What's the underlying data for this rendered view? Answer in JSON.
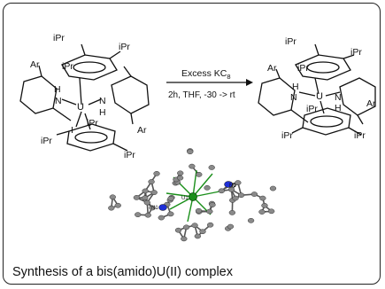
{
  "caption": "Synthesis of a bis(amido)U(II) complex",
  "reaction": {
    "reagent": "Excess KC",
    "reagent_subscript": "8",
    "conditions": "2h, THF, -30 -> rt"
  },
  "reactant": {
    "labels": {
      "ipr_top_left": "iPr",
      "ipr_top_right": "iPr",
      "ipr_mid": "iPr",
      "ar_left": "Ar",
      "ar_right": "Ar",
      "h": "H",
      "n_left": "N",
      "u": "U",
      "n_right": "N",
      "h_right": "H",
      "iodide": "I",
      "ipr_lower": "iPr",
      "ipr_bot_left": "iPr",
      "ipr_bot_right": "iPr"
    }
  },
  "product": {
    "labels": {
      "ipr_top_left": "iPr",
      "ipr_top_right": "iPr",
      "ipr_mid": "iPr",
      "ar_left": "Ar",
      "ar_right": "Ar",
      "h_left": "H",
      "n_left": "N",
      "u": "U",
      "n_right": "N",
      "h_right": "H",
      "ipr_lower": "iPr",
      "ipr_bot_left": "iPr",
      "ipr_bot_right": "iPr"
    }
  },
  "crystal_structure": {
    "labels": {
      "u": "U1",
      "n1_left": "N1",
      "n1_right": "N1"
    },
    "colors": {
      "uranium": "#1a8f1a",
      "nitrogen": "#1f2fd6",
      "carbon": "#8a8a8a",
      "bond": "#555555"
    }
  }
}
